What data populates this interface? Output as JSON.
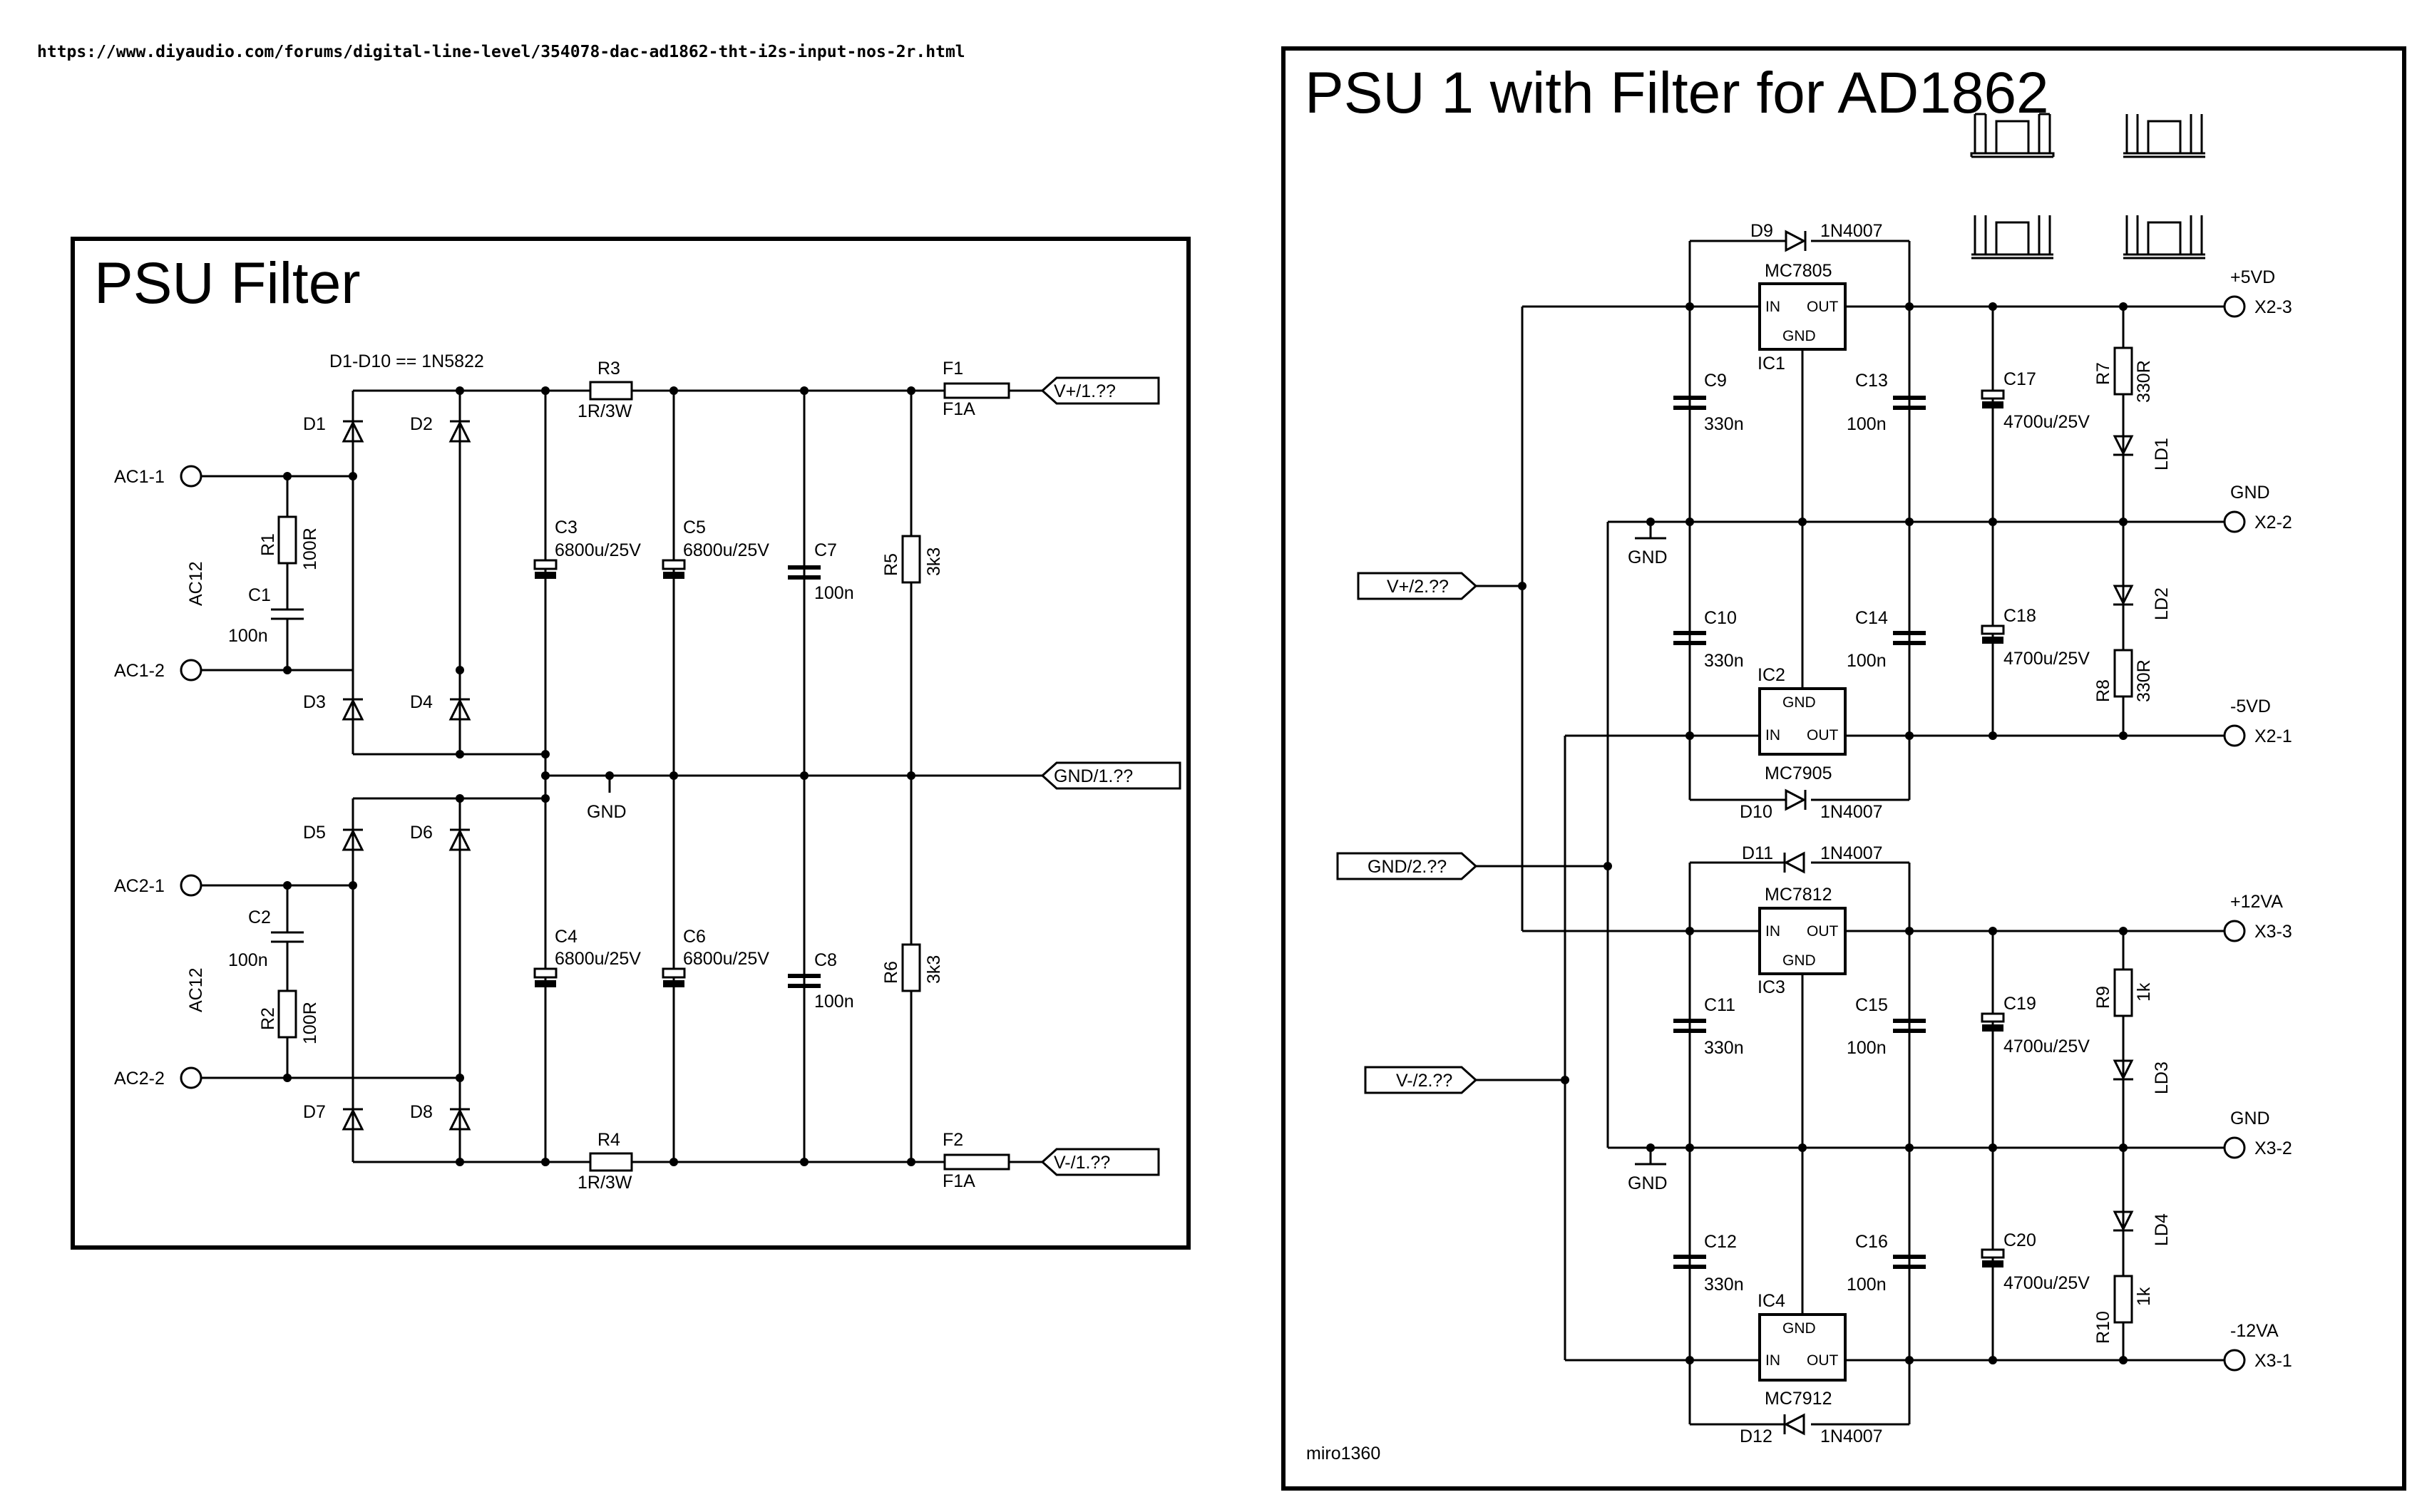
{
  "source_url": "https://www.diyaudio.com/forums/digital-line-level/354078-dac-ad1862-tht-i2s-input-nos-2r.html",
  "left_panel": {
    "title": "PSU Filter",
    "note": "D1-D10 == 1N5822",
    "inputs": [
      "AC1-1",
      "AC1-2",
      "AC2-1",
      "AC2-2"
    ],
    "transformer_labels": [
      "AC12",
      "AC12"
    ],
    "diodes": [
      "D1",
      "D2",
      "D3",
      "D4",
      "D5",
      "D6",
      "D7",
      "D8"
    ],
    "resistors": [
      {
        "ref": "R1",
        "value": "100R"
      },
      {
        "ref": "R2",
        "value": "100R"
      },
      {
        "ref": "R3",
        "value": "1R/3W"
      },
      {
        "ref": "R4",
        "value": "1R/3W"
      },
      {
        "ref": "R5",
        "value": "3k3"
      },
      {
        "ref": "R6",
        "value": "3k3"
      }
    ],
    "capacitors": [
      {
        "ref": "C1",
        "value": "100n"
      },
      {
        "ref": "C2",
        "value": "100n"
      },
      {
        "ref": "C3",
        "value": "6800u/25V"
      },
      {
        "ref": "C4",
        "value": "6800u/25V"
      },
      {
        "ref": "C5",
        "value": "6800u/25V"
      },
      {
        "ref": "C6",
        "value": "6800u/25V"
      },
      {
        "ref": "C7",
        "value": "100n"
      },
      {
        "ref": "C8",
        "value": "100n"
      }
    ],
    "fuses": [
      {
        "ref": "F1",
        "value": "F1A"
      },
      {
        "ref": "F2",
        "value": "F1A"
      }
    ],
    "gnd_label": "GND",
    "outputs": [
      "V+/1.??",
      "GND/1.??",
      "V-/1.??"
    ]
  },
  "right_panel": {
    "title": "PSU 1 with Filter for AD1862",
    "inputs": [
      "V+/2.??",
      "GND/2.??",
      "V-/2.??"
    ],
    "gnd_label": "GND",
    "regulators": [
      {
        "ref": "IC1",
        "part": "MC7805",
        "in": "IN",
        "out": "OUT",
        "gnd": "GND"
      },
      {
        "ref": "IC2",
        "part": "MC7905",
        "in": "IN",
        "out": "OUT",
        "gnd": "GND"
      },
      {
        "ref": "IC3",
        "part": "MC7812",
        "in": "IN",
        "out": "OUT",
        "gnd": "GND"
      },
      {
        "ref": "IC4",
        "part": "MC7912",
        "in": "IN",
        "out": "OUT",
        "gnd": "GND"
      }
    ],
    "diodes": [
      {
        "ref": "D9",
        "value": "1N4007"
      },
      {
        "ref": "D10",
        "value": "1N4007"
      },
      {
        "ref": "D11",
        "value": "1N4007"
      },
      {
        "ref": "D12",
        "value": "1N4007"
      }
    ],
    "capacitors": [
      {
        "ref": "C9",
        "value": "330n"
      },
      {
        "ref": "C10",
        "value": "330n"
      },
      {
        "ref": "C11",
        "value": "330n"
      },
      {
        "ref": "C12",
        "value": "330n"
      },
      {
        "ref": "C13",
        "value": "100n"
      },
      {
        "ref": "C14",
        "value": "100n"
      },
      {
        "ref": "C15",
        "value": "100n"
      },
      {
        "ref": "C16",
        "value": "100n"
      },
      {
        "ref": "C17",
        "value": "4700u/25V"
      },
      {
        "ref": "C18",
        "value": "4700u/25V"
      },
      {
        "ref": "C19",
        "value": "4700u/25V"
      },
      {
        "ref": "C20",
        "value": "4700u/25V"
      }
    ],
    "resistors": [
      {
        "ref": "R7",
        "value": "330R"
      },
      {
        "ref": "R8",
        "value": "330R"
      },
      {
        "ref": "R9",
        "value": "1k"
      },
      {
        "ref": "R10",
        "value": "1k"
      }
    ],
    "leds": [
      "LD1",
      "LD2",
      "LD3",
      "LD4"
    ],
    "outputs": [
      {
        "net": "+5VD",
        "pin": "X2-3"
      },
      {
        "net": "GND",
        "pin": "X2-2"
      },
      {
        "net": "-5VD",
        "pin": "X2-1"
      },
      {
        "net": "+12VA",
        "pin": "X3-3"
      },
      {
        "net": "GND",
        "pin": "X3-2"
      },
      {
        "net": "-12VA",
        "pin": "X3-1"
      }
    ],
    "author": "miro1360"
  }
}
